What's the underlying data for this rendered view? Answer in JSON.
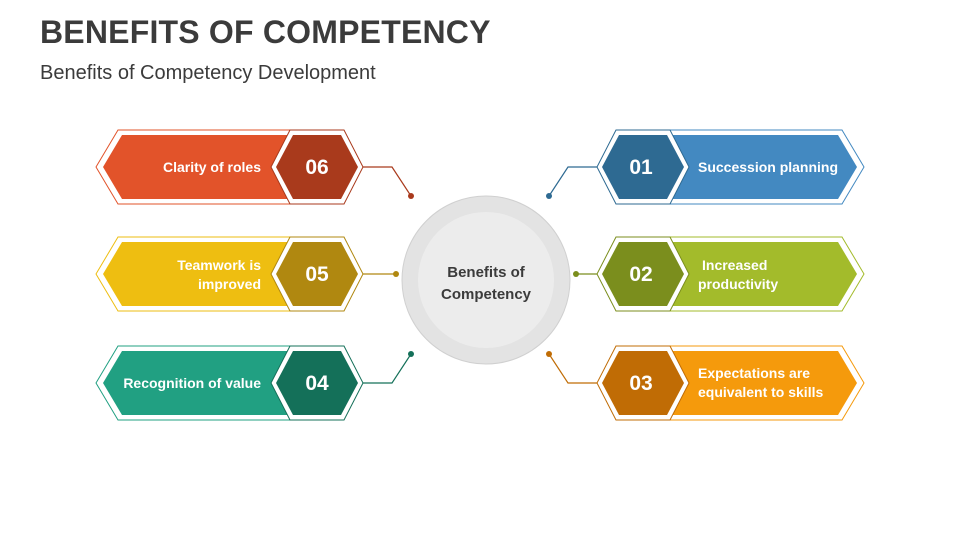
{
  "slide": {
    "title": "BENEFITS OF COMPETENCY",
    "subtitle": "Benefits of Competency Development"
  },
  "center": {
    "line1": "Benefits of",
    "line2": "Competency"
  },
  "items": {
    "i01": {
      "number": "01",
      "line1": "Succession planning",
      "line2": "",
      "label_color": "#4389c1",
      "number_color": "#2e6a92"
    },
    "i02": {
      "number": "02",
      "line1": "Increased",
      "line2": "productivity",
      "label_color": "#a3bb2b",
      "number_color": "#7b8e1d"
    },
    "i03": {
      "number": "03",
      "line1": "Expectations are",
      "line2": "equivalent to skills",
      "label_color": "#f59a0c",
      "number_color": "#c06c05"
    },
    "i04": {
      "number": "04",
      "line1": "Recognition of value",
      "line2": "",
      "label_color": "#21a082",
      "number_color": "#147059"
    },
    "i05": {
      "number": "05",
      "line1": "Teamwork is",
      "line2": "improved",
      "label_color": "#eebe11",
      "number_color": "#b08810"
    },
    "i06": {
      "number": "06",
      "line1": "Clarity of roles",
      "line2": "",
      "label_color": "#e2532a",
      "number_color": "#a93a1c"
    }
  }
}
